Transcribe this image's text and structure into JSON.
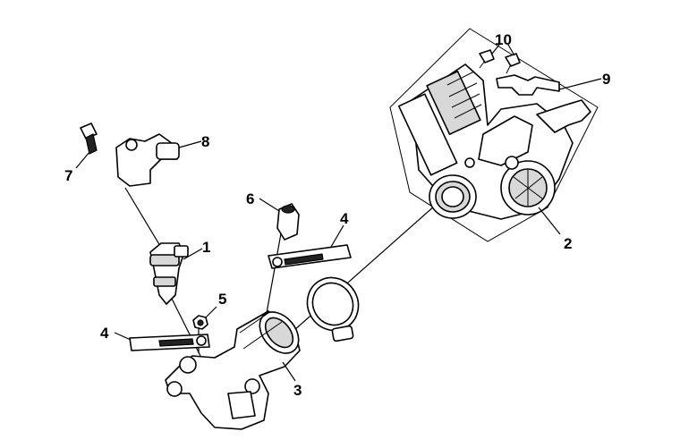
{
  "callouts": [
    {
      "id": "1",
      "label": "1"
    },
    {
      "id": "2",
      "label": "2"
    },
    {
      "id": "3",
      "label": "3"
    },
    {
      "id": "4a",
      "label": "4"
    },
    {
      "id": "4b",
      "label": "4"
    },
    {
      "id": "5",
      "label": "5"
    },
    {
      "id": "6",
      "label": "6"
    },
    {
      "id": "7",
      "label": "7"
    },
    {
      "id": "8",
      "label": "8"
    },
    {
      "id": "9",
      "label": "9"
    },
    {
      "id": "10",
      "label": "10"
    }
  ],
  "parts": {
    "injector": "fuel-injector",
    "throttle_body": "throttle-body",
    "intake_manifold": "intake-manifold",
    "clamp_strap": "clamp-strap",
    "nut": "nut",
    "cap": "injector-cap",
    "bolt": "bolt",
    "injector_holder": "injector-holder",
    "bracket": "bracket",
    "screws": "screws",
    "hose_clamp": "hose-clamp"
  }
}
